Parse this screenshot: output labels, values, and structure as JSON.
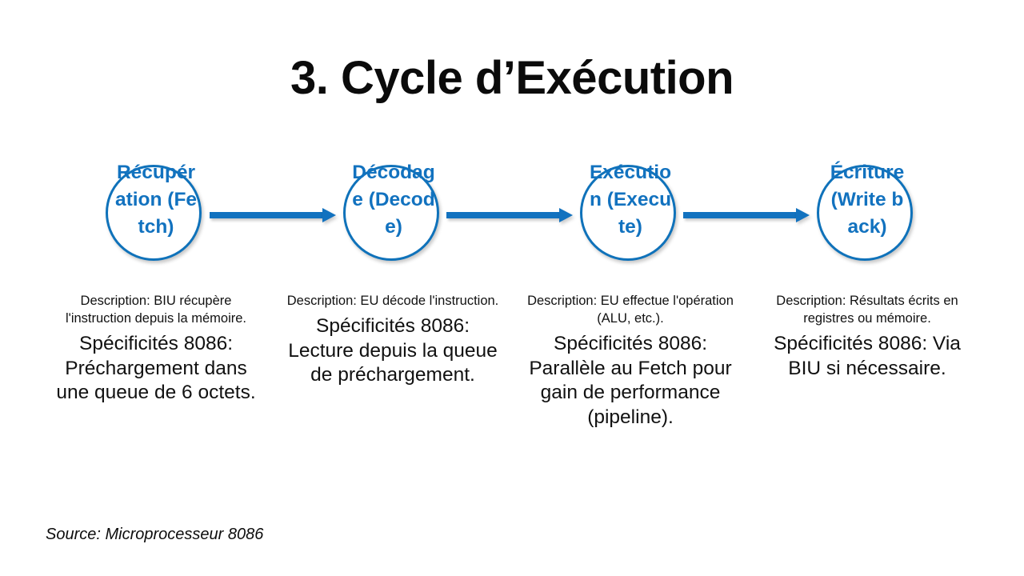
{
  "slide": {
    "title": "3. Cycle d’Exécution",
    "source_note": "Source: Microprocesseur 8086",
    "background_color": "#ffffff",
    "accent_color": "#1272BF",
    "text_color": "#111111"
  },
  "stages": [
    {
      "name": "fetch",
      "circle_label": "Récupération (Fetch)",
      "description": "Description: BIU récupère l'instruction depuis la mémoire.",
      "spec": "Spécificités 8086: Préchargement dans une queue de 6 octets."
    },
    {
      "name": "decode",
      "circle_label": "Décodage (Decode)",
      "description": "Description: EU décode l'instruction.",
      "spec": "Spécificités 8086: Lecture depuis la queue de préchargement."
    },
    {
      "name": "execute",
      "circle_label": "Exécution (Execute)",
      "description": "Description: EU effectue l'opération (ALU, etc.).",
      "spec": "Spécificités 8086: Parallèle au Fetch pour gain de performance (pipeline)."
    },
    {
      "name": "writeback",
      "circle_label": "Écriture (Write back)",
      "description": "Description: Résultats écrits en registres ou mémoire.",
      "spec": "Spécificités 8086: Via BIU si nécessaire."
    }
  ],
  "arrows": [
    {
      "from": "fetch",
      "to": "decode",
      "icon": "arrow-right-icon"
    },
    {
      "from": "decode",
      "to": "execute",
      "icon": "arrow-right-icon"
    },
    {
      "from": "execute",
      "to": "writeback",
      "icon": "arrow-right-icon"
    }
  ]
}
